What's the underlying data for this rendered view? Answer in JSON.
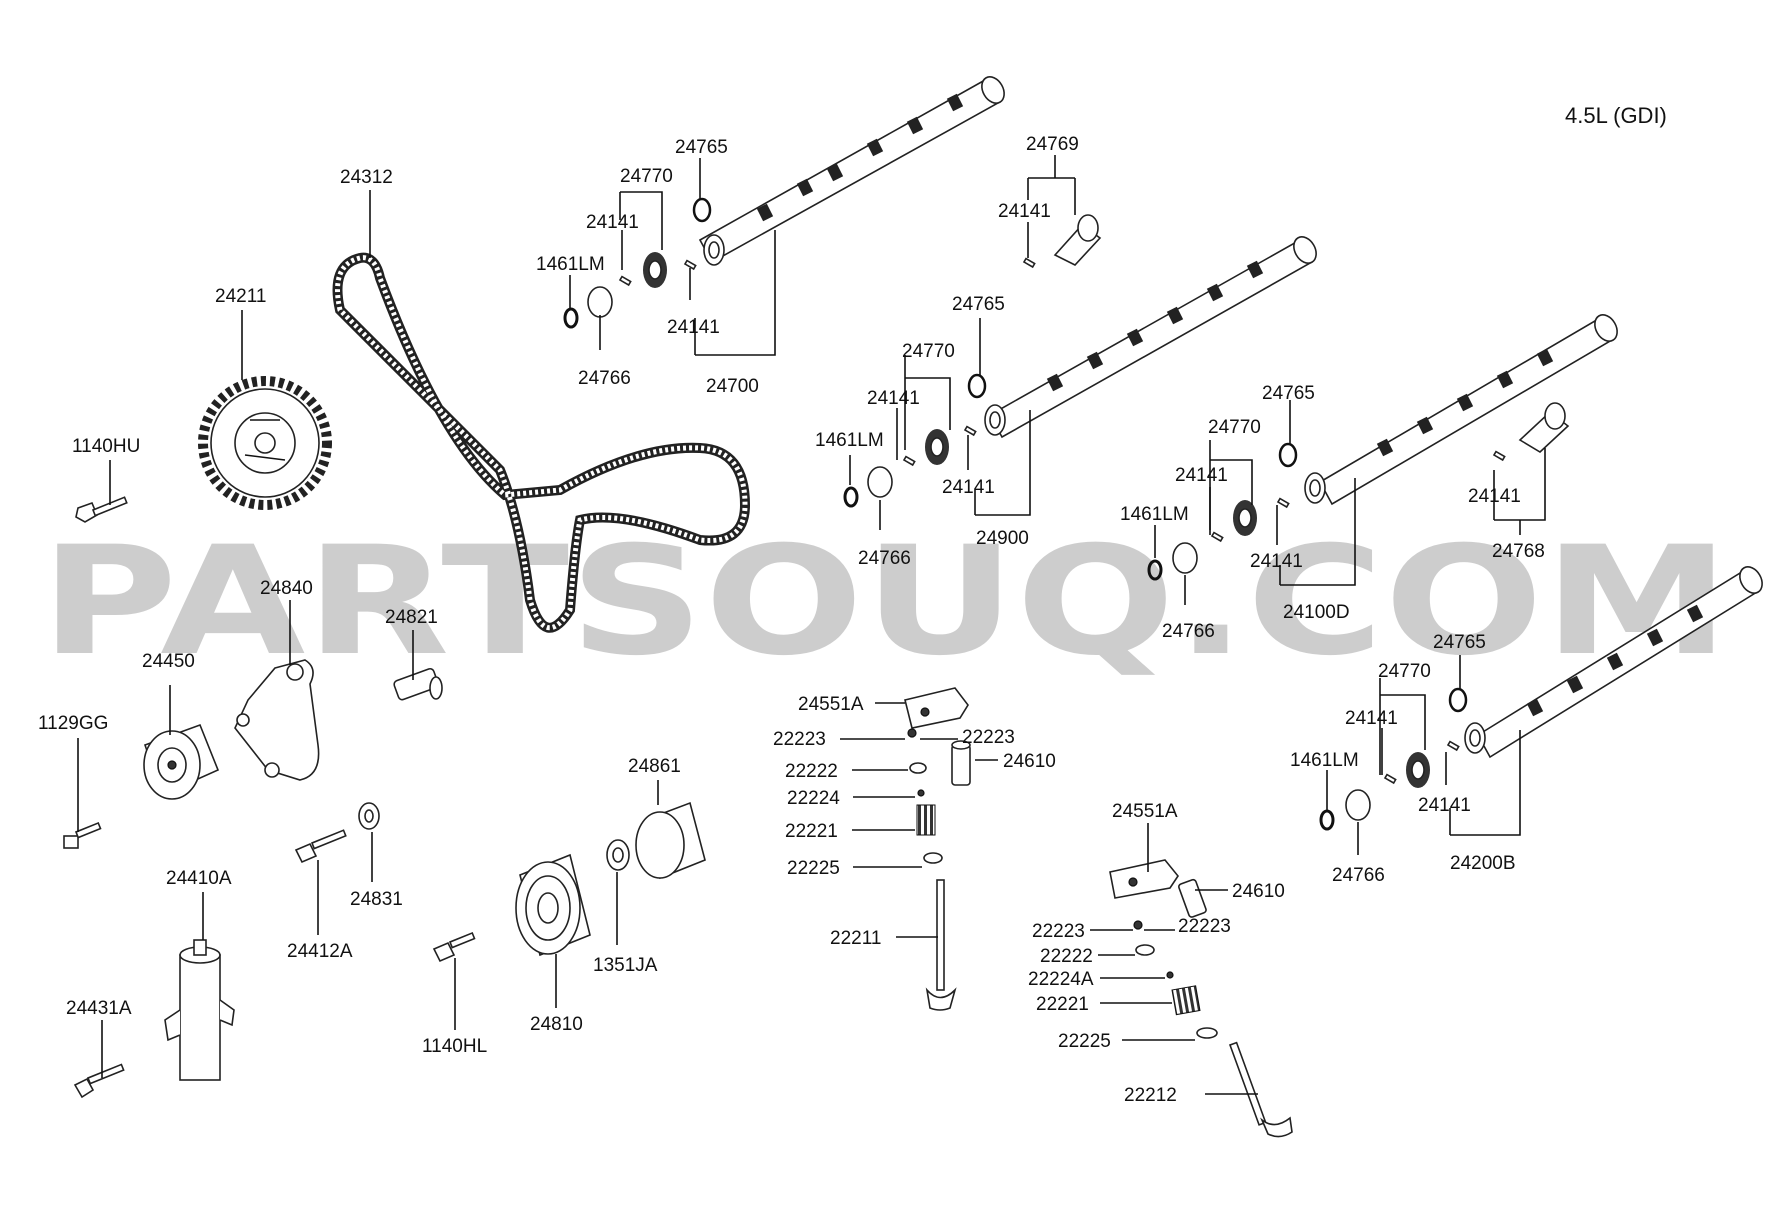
{
  "title": "4.5L (GDI)",
  "watermark": "PARTSOUQ.COM",
  "labels": {
    "l_24312": "24312",
    "l_24211": "24211",
    "l_1140HU": "1140HU",
    "l_24840": "24840",
    "l_24821": "24821",
    "l_24450": "24450",
    "l_1129GG": "1129GG",
    "l_24410A": "24410A",
    "l_24431A": "24431A",
    "l_24412A": "24412A",
    "l_24831": "24831",
    "l_1140HL": "1140HL",
    "l_24810": "24810",
    "l_1351JA": "1351JA",
    "l_24861": "24861",
    "c1_24765": "24765",
    "c1_24770": "24770",
    "c1_24141a": "24141",
    "c1_1461LM": "1461LM",
    "c1_24141b": "24141",
    "c1_24766": "24766",
    "c1_24700": "24700",
    "c2_24769": "24769",
    "c2_24141": "24141",
    "c3_24765": "24765",
    "c3_24770": "24770",
    "c3_24141a": "24141",
    "c3_1461LM": "1461LM",
    "c3_24141b": "24141",
    "c3_24766": "24766",
    "c3_24900": "24900",
    "c4_24765": "24765",
    "c4_24770": "24770",
    "c4_24141a": "24141",
    "c4_1461LM": "1461LM",
    "c4_24141b": "24141",
    "c4_24766": "24766",
    "c4_24100D": "24100D",
    "c5_24141": "24141",
    "c5_24768": "24768",
    "c6_24765": "24765",
    "c6_24770": "24770",
    "c6_24141a": "24141",
    "c6_1461LM": "1461LM",
    "c6_24141b": "24141",
    "c6_24766": "24766",
    "c6_24200B": "24200B",
    "v1_24551A": "24551A",
    "v1_22223a": "22223",
    "v1_22223b": "22223",
    "v1_22222": "22222",
    "v1_24610": "24610",
    "v1_22224": "22224",
    "v1_22221": "22221",
    "v1_22225": "22225",
    "v1_22211": "22211",
    "v2_24551A": "24551A",
    "v2_24610": "24610",
    "v2_22223a": "22223",
    "v2_22223b": "22223",
    "v2_22222": "22222",
    "v2_22224A": "22224A",
    "v2_22221": "22221",
    "v2_22225": "22225",
    "v2_22212": "22212"
  }
}
